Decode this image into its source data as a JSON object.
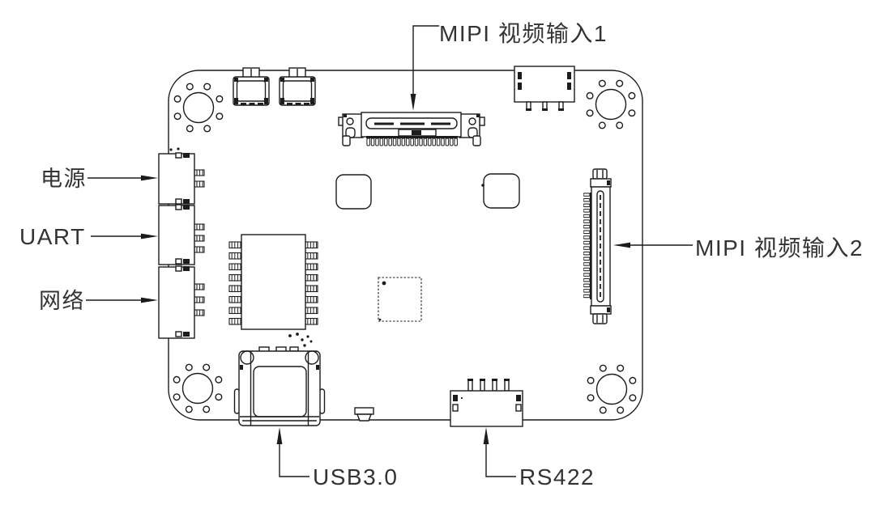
{
  "diagram": {
    "background_color": "#ffffff",
    "line_color": "#1c1c1c",
    "connectors": [
      {
        "id": "power",
        "label": "电源",
        "side": "left"
      },
      {
        "id": "uart",
        "label": "UART",
        "side": "left"
      },
      {
        "id": "network",
        "label": "网络",
        "side": "left"
      },
      {
        "id": "mipi1",
        "label": "MIPI 视频输入1",
        "side": "top"
      },
      {
        "id": "mipi2",
        "label": "MIPI 视频输入2",
        "side": "right"
      },
      {
        "id": "usb3",
        "label": "USB3.0",
        "side": "bottom"
      },
      {
        "id": "rs422",
        "label": "RS422",
        "side": "bottom"
      }
    ]
  }
}
